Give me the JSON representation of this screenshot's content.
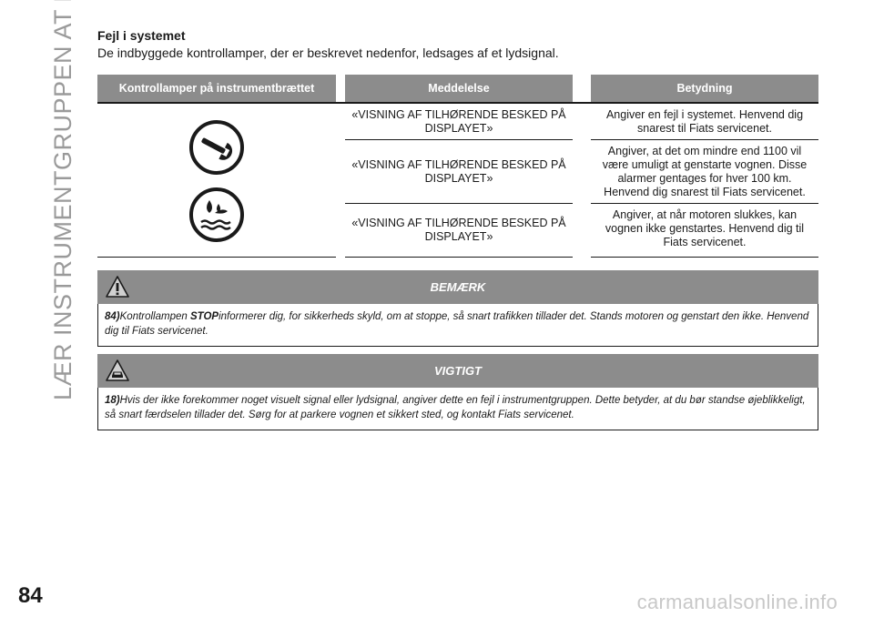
{
  "side_title": "LÆR INSTRUMENTGRUPPEN AT KENDE",
  "page_number": "84",
  "watermark": "carmanualsonline.info",
  "section": {
    "heading": "Fejl i systemet",
    "intro": "De indbyggede kontrollamper, der er beskrevet nedenfor, ledsages af et lydsignal."
  },
  "table": {
    "headers": [
      "Kontrollamper på instrumentbrættet",
      "Meddelelse",
      "Betydning"
    ],
    "rows": [
      {
        "message": "«VISNING AF TILHØRENDE BESKED PÅ DISPLAYET»",
        "meaning": "Angiver en fejl i systemet. Henvend dig snarest til Fiats servicenet."
      },
      {
        "message": "«VISNING AF TILHØRENDE BESKED PÅ DISPLAYET»",
        "meaning": "Angiver, at det om mindre end 1100 vil være umuligt at genstarte vognen. Disse alarmer gentages for hver 100 km. Henvend dig snarest til Fiats servicenet."
      },
      {
        "message": "«VISNING AF TILHØRENDE BESKED PÅ DISPLAYET»",
        "meaning": "Angiver, at når motoren slukkes, kan vognen ikke genstartes. Henvend dig til Fiats servicenet."
      }
    ],
    "icons": [
      "wrench-warning-icon",
      "engine-oil-water-icon"
    ]
  },
  "note": {
    "title": "BEMÆRK",
    "number": "84)",
    "text_before": "Kontrollampen ",
    "bold_word": "STOP",
    "text_after": "informerer dig, for sikkerheds skyld, om at stoppe, så snart trafikken tillader det. Stands motoren og genstart den ikke. Henvend dig til Fiats servicenet."
  },
  "important": {
    "title": "VIGTIGT",
    "number": "18)",
    "text": "Hvis der ikke forekommer noget visuelt signal eller lydsignal, angiver dette en fejl i instrumentgruppen. Dette betyder, at du bør standse øjeblikkeligt, så snart færdselen tillader det. Sørg for at parkere vognen et sikkert sted, og kontakt Fiats servicenet."
  },
  "colors": {
    "header_gray": "#8c8c8c",
    "text": "#1a1a1a",
    "side_title": "#9a9a9a"
  }
}
